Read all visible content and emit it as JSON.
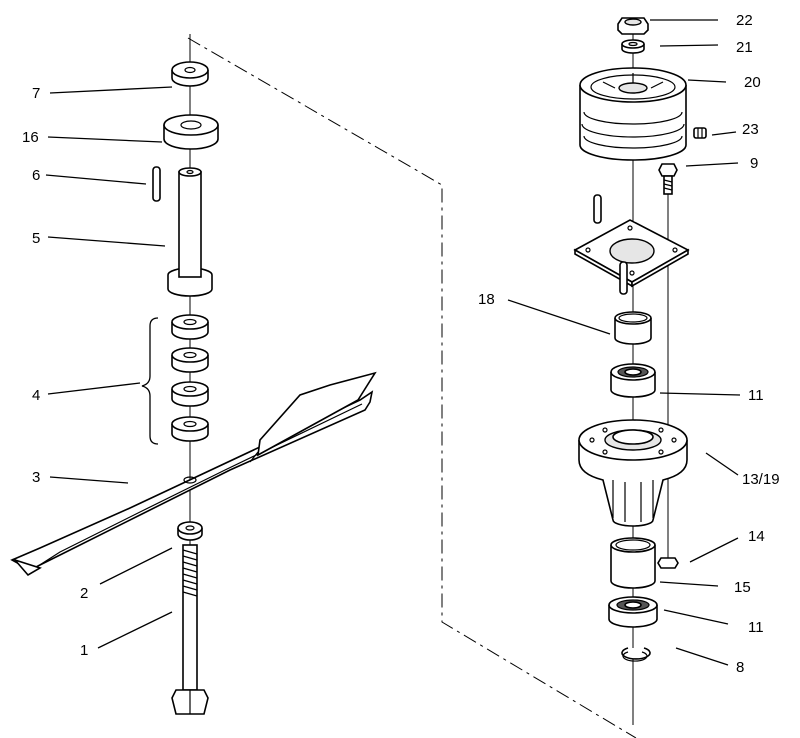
{
  "callouts": [
    {
      "id": "c22",
      "text": "22"
    },
    {
      "id": "c21",
      "text": "21"
    },
    {
      "id": "c20",
      "text": "20"
    },
    {
      "id": "c23",
      "text": "23"
    },
    {
      "id": "c9",
      "text": "9"
    },
    {
      "id": "c18",
      "text": "18"
    },
    {
      "id": "c11a",
      "text": "11"
    },
    {
      "id": "c13",
      "text": "13/19"
    },
    {
      "id": "c14",
      "text": "14"
    },
    {
      "id": "c15",
      "text": "15"
    },
    {
      "id": "c11b",
      "text": "11"
    },
    {
      "id": "c8",
      "text": "8"
    },
    {
      "id": "c7",
      "text": "7"
    },
    {
      "id": "c16",
      "text": "16"
    },
    {
      "id": "c6",
      "text": "6"
    },
    {
      "id": "c5",
      "text": "5"
    },
    {
      "id": "c4",
      "text": "4"
    },
    {
      "id": "c3",
      "text": "3"
    },
    {
      "id": "c2",
      "text": "2"
    },
    {
      "id": "c1",
      "text": "1"
    }
  ]
}
